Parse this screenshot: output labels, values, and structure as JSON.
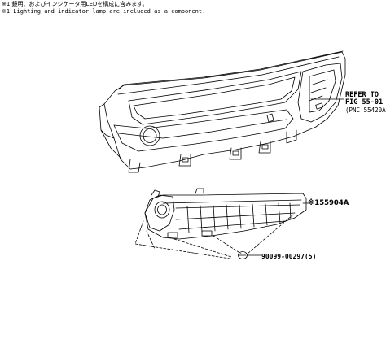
{
  "notes": {
    "jp": "※1 鏡明、およびインジケータ用LEDを構成に含みます。",
    "en": "※1 Lighting and indicator lamp are included as a component."
  },
  "callouts": {
    "refer_line1": "REFER TO",
    "refer_line2": "FIG 55-01",
    "refer_line3": "(PNC 55420A)",
    "part1_mark": "※1",
    "part1_number": "55904A",
    "part2_number": "90099-00297(5)"
  }
}
